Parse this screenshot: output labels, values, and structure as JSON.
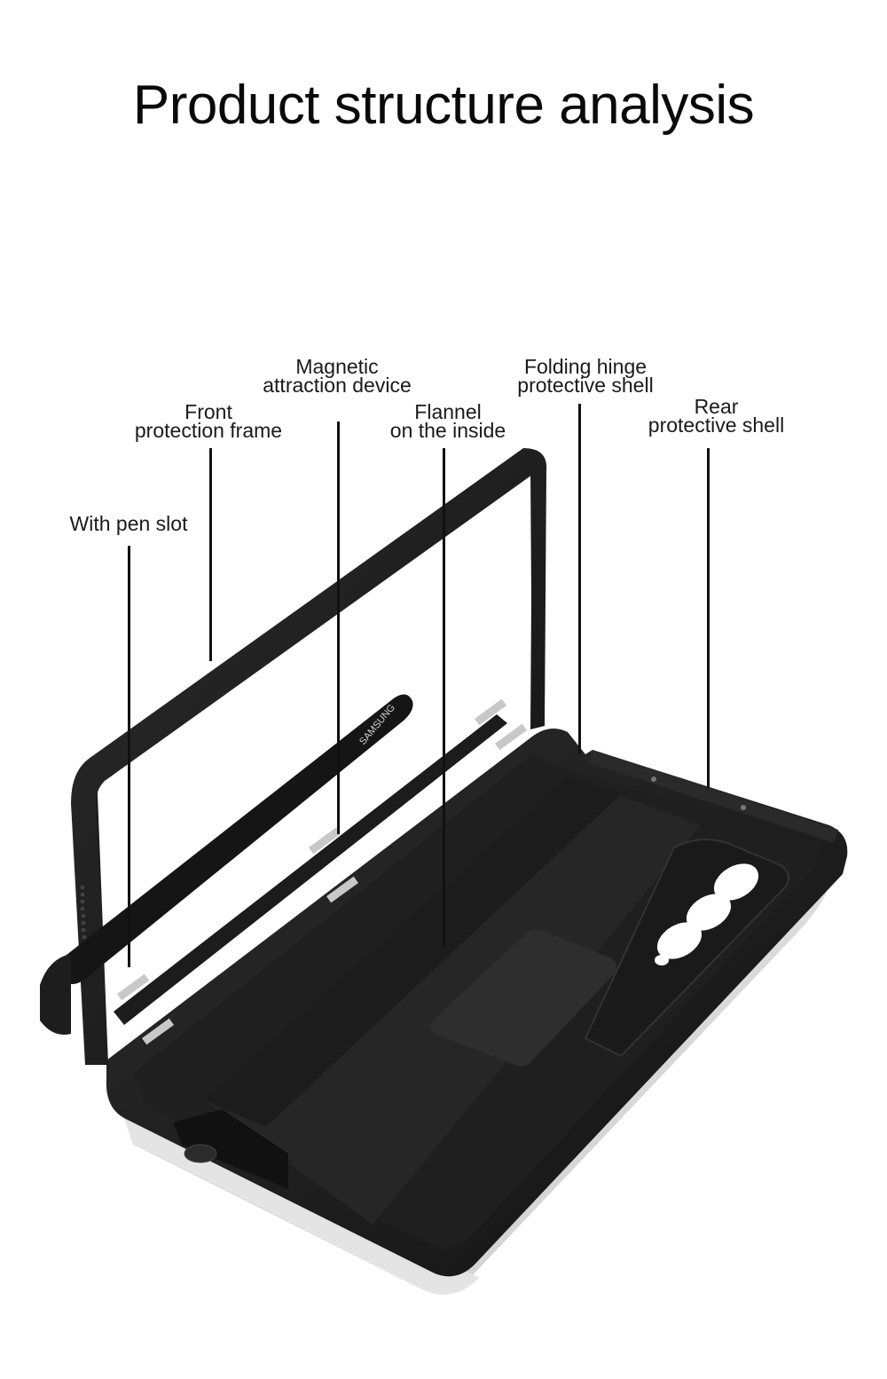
{
  "title": "Product structure analysis",
  "callouts": [
    {
      "id": "pen-slot",
      "lines": [
        "With pen slot"
      ]
    },
    {
      "id": "front-frame",
      "lines": [
        "Front",
        "protection frame"
      ]
    },
    {
      "id": "magnetic",
      "lines": [
        "Magnetic",
        "attraction device"
      ]
    },
    {
      "id": "flannel",
      "lines": [
        "Flannel",
        "on the inside"
      ]
    },
    {
      "id": "hinge",
      "lines": [
        "Folding hinge",
        "protective shell"
      ]
    },
    {
      "id": "rear-shell",
      "lines": [
        "Rear",
        "protective shell"
      ]
    }
  ],
  "product": {
    "pen_brand_text": "SAMSUNG",
    "colors": {
      "case_black": "#1b1b1b",
      "case_edge": "#2a2a2a",
      "flannel": "#262626",
      "magnet_strip": "#c8c8c8",
      "phone_silver": "#d9d9d9",
      "background": "#ffffff"
    }
  }
}
